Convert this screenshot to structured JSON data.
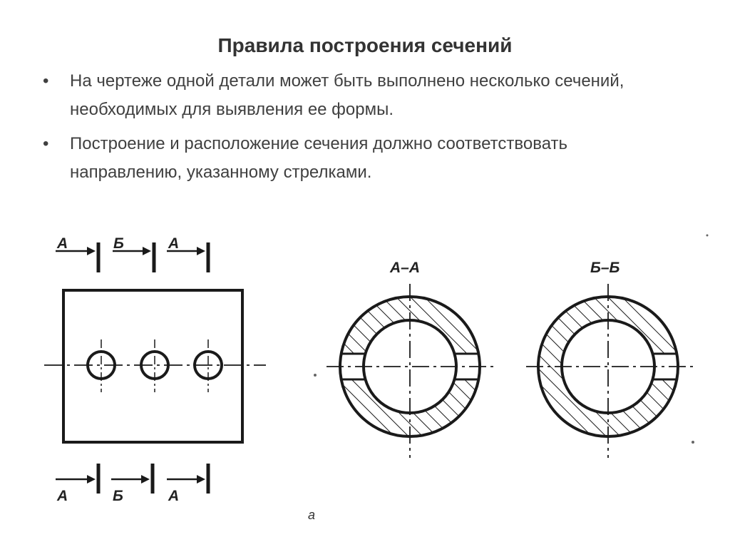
{
  "slide": {
    "title": "Правила построения сечений",
    "bullets": [
      "На чертеже одной детали может быть выполнено несколько сечений, необходимых для выявления ее формы.",
      "Построение и расположение сечения должно соответствовать направлению, указанному стрелками."
    ]
  },
  "figure": {
    "top_labels": [
      "А",
      "Б",
      "А"
    ],
    "bottom_labels": [
      "А",
      "Б",
      "А"
    ],
    "section_a_label": "А–А",
    "section_b_label": "Б–Б",
    "stray_mark": "а"
  },
  "colors": {
    "ink": "#1a1a1a",
    "text": "#404040"
  }
}
